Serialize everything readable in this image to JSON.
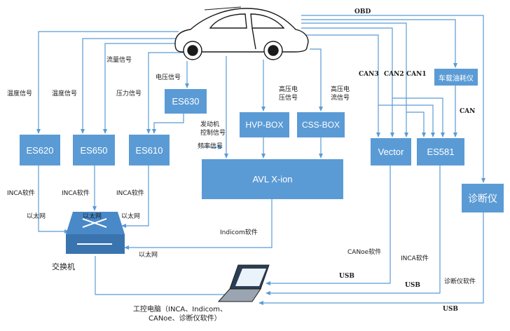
{
  "nodes": {
    "es620": "ES620",
    "es650": "ES650",
    "es610": "ES610",
    "es630": "ES630",
    "hvp_box": "HVP-BOX",
    "css_box": "CSS-BOX",
    "avl": "AVL X-ion",
    "vector": "Vector",
    "es581": "ES581",
    "fuel_meter": "车载油耗仪",
    "diag": "诊断仪"
  },
  "labels": {
    "obd": "OBD",
    "temp1": "温度信号",
    "temp2": "温度信号",
    "flow": "流量信号",
    "pressure": "压力信号",
    "voltage": "电压信号",
    "hv_volt_1": "高压电",
    "hv_volt_2": "压信号",
    "hv_curr_1": "高压电",
    "hv_curr_2": "流信号",
    "engine_1": "发动机",
    "engine_2": "控制信号",
    "freq": "频率信号",
    "can3": "CAN3",
    "can2": "CAN2",
    "can1": "CAN1",
    "can": "CAN",
    "inca1": "INCA软件",
    "inca2": "INCA软件",
    "inca3": "INCA软件",
    "inca4": "INCA软件",
    "eth1": "以太网",
    "eth2": "以太网",
    "eth3": "以太网",
    "eth4": "以太网",
    "indicom": "Indicom软件",
    "canoe": "CANoe软件",
    "usb1": "USB",
    "usb2": "USB",
    "usb3": "USB",
    "diag_sw": "诊断仪软件",
    "switch": "交换机",
    "pc_1": "工控电脑（INCA、Indicom、",
    "pc_2": "CANoe、诊断仪软件）"
  },
  "colors": {
    "box": "#5b9bd5",
    "line": "#5b9bd5",
    "text": "#1a1a1a"
  }
}
